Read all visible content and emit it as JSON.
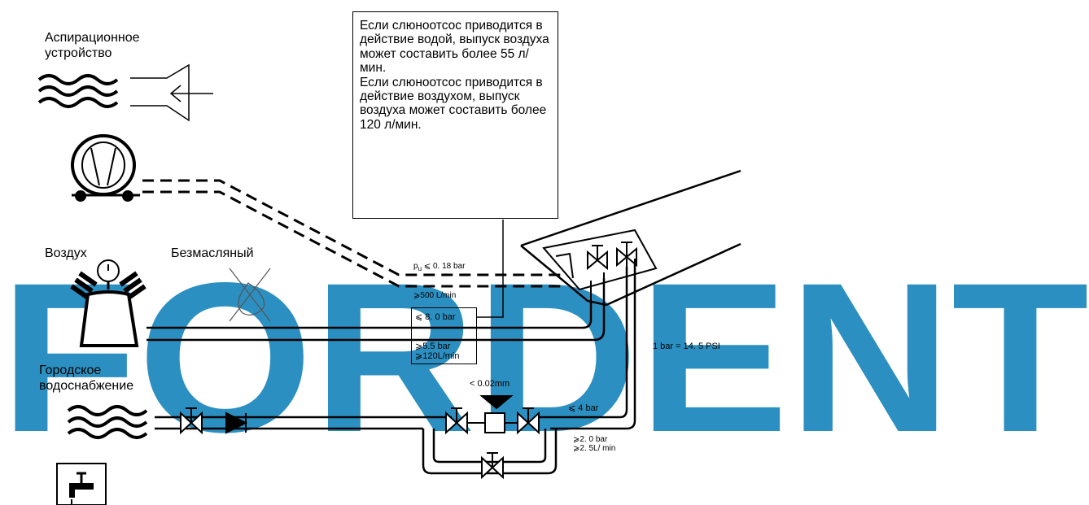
{
  "brand": {
    "watermark": "FORDENT",
    "watermark_color": "#2c8fc1"
  },
  "labels": {
    "aspiration": "Аспирационное\nустройство",
    "air": "Воздух",
    "oil_free": "Безмасляный",
    "city_water": "Городское\nводоснабжение"
  },
  "note": {
    "water_text": "Если слюноотсос приводится в действие водой, выпуск воздуха может составить более 55 л/мин.",
    "air_text": "Если слюноотсос приводится в действие воздухом, выпуск воздуха может составить более 120 л/мин."
  },
  "specs": {
    "pu": "p",
    "pu_sub": "u",
    "pu_value": " ⩽ 0. 18 bar",
    "flow_500": "⩾500 L/min",
    "air_max": "⩽ 8. 0 bar",
    "air_min": "⩾5.5 bar\n⩾120L/min",
    "filter": "< 0.02mm",
    "water_max": "⩽ 4 bar",
    "water_min": "⩾2. 0 bar\n⩾2. 5L/ min",
    "conversion": "1 bar = 14. 5 PSI"
  },
  "icons": [
    "waves-icon",
    "inlet-arrow-icon",
    "suction-motor-icon",
    "compressor-icon",
    "no-oil-icon",
    "valve-icon",
    "check-valve-icon",
    "filter-icon",
    "tap-icon"
  ]
}
